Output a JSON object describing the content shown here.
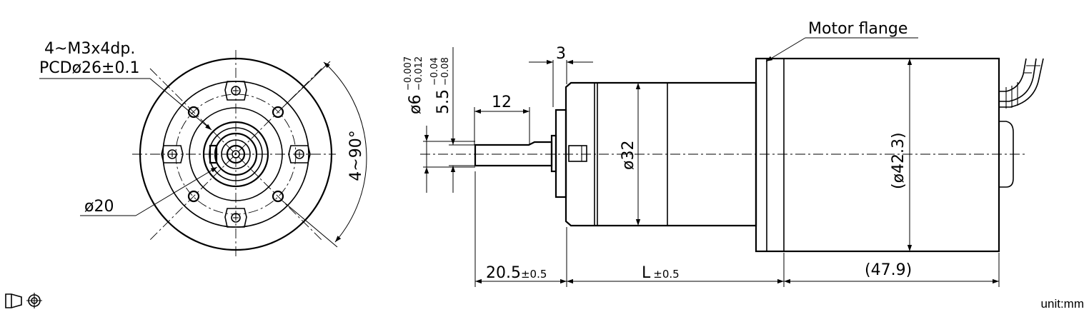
{
  "front_view": {
    "hole_spec_line1": "4~M3x4dp.",
    "hole_spec_line2": "PCDø26±0.1",
    "pilot_diameter": "ø20",
    "angle": "4~90°"
  },
  "side_view": {
    "motor_flange_label": "Motor flange",
    "flange_thickness": "3",
    "shaft_flat_length": "12",
    "shaft_diameter": "ø6",
    "shaft_diameter_tol_upper": "−0.007",
    "shaft_diameter_tol_lower": "−0.012",
    "flat_size": "5.5",
    "flat_size_tol_upper": "−0.04",
    "flat_size_tol_lower": "−0.08",
    "gearbox_diameter": "ø32",
    "motor_diameter": "(ø42.3)",
    "shaft_length": "20.5",
    "shaft_length_tol": "±0.5",
    "gearbox_length": "L",
    "gearbox_length_tol": "±0.5",
    "motor_length": "(47.9)"
  },
  "footer": {
    "unit": "unit:mm",
    "projection_symbol": "third-angle-projection-icon"
  }
}
